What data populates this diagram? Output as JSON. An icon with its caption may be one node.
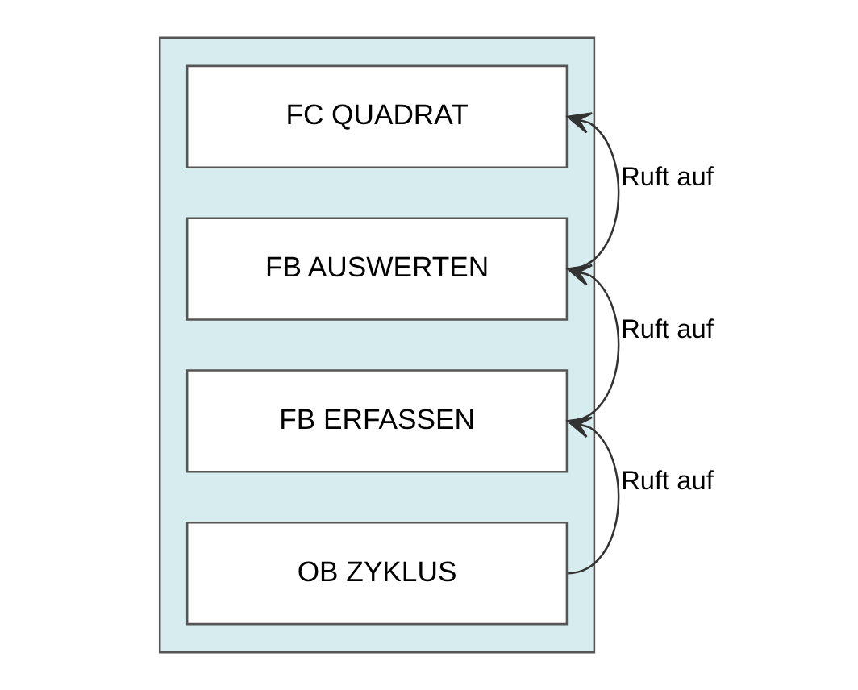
{
  "diagram": {
    "nodes": [
      {
        "text": [],
        "shape": "box"
      },
      {
        "text": [
          "FC QUADRAT"
        ],
        "in": 0
      },
      {
        "text": [
          "FB AUSWERTEN"
        ],
        "in": 0
      },
      {
        "text": [
          "FB ERFASSEN"
        ],
        "in": 0
      },
      {
        "text": [
          "OB ZYKLUS"
        ],
        "in": 0
      }
    ],
    "edges": [
      {
        "from": 4,
        "to": 3,
        "arrow": "to",
        "label": "Ruft auf"
      },
      {
        "from": 3,
        "to": 2,
        "arrow": "to",
        "label": "Ruft auf"
      },
      {
        "from": 2,
        "to": 1,
        "arrow": "to",
        "label": "Ruft auf"
      }
    ]
  }
}
